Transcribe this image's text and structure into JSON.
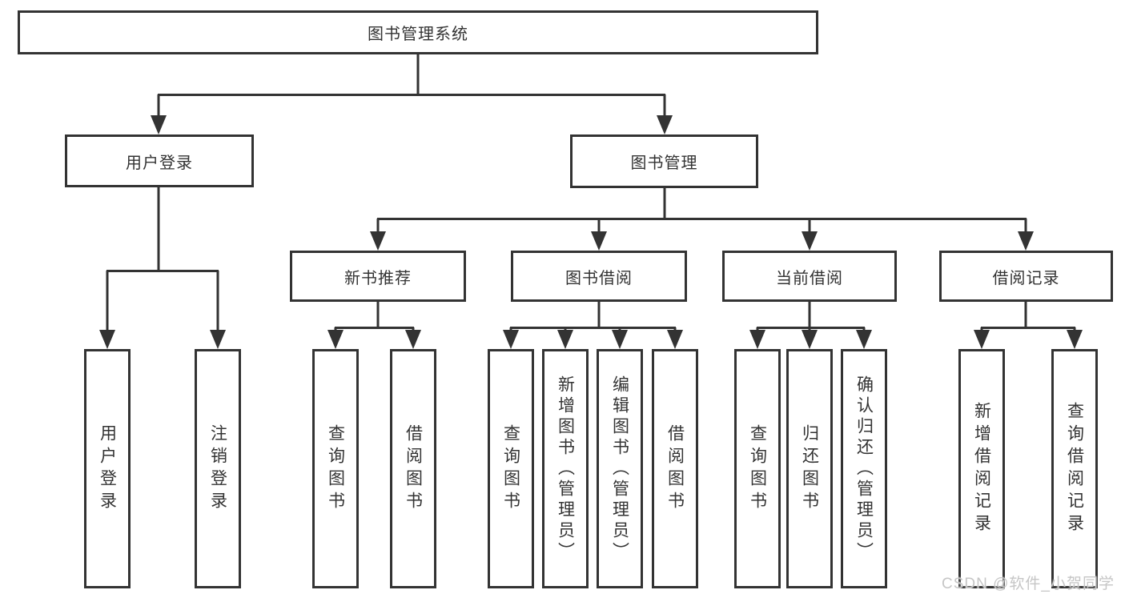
{
  "nodes": {
    "root": "图书管理系统",
    "user_login": "用户登录",
    "book_management": "图书管理",
    "new_book_recommend": "新书推荐",
    "book_borrow": "图书借阅",
    "current_borrow": "当前借阅",
    "borrow_record": "借阅记录",
    "leaf_user_login": "用户登录",
    "leaf_logout": "注销登录",
    "leaf_nbr_query_book": "查询图书",
    "leaf_nbr_borrow_book": "借阅图书",
    "leaf_bb_query_book": "查询图书",
    "leaf_bb_add_book": "新增图书（管理员）",
    "leaf_bb_edit_book": "编辑图书（管理员）",
    "leaf_bb_borrow_book": "借阅图书",
    "leaf_cb_query_book": "查询图书",
    "leaf_cb_return_book": "归还图书",
    "leaf_cb_confirm_return": "确认归还（管理员）",
    "leaf_br_add_record": "新增借阅记录",
    "leaf_br_query_record": "查询借阅记录"
  },
  "hierarchy": {
    "图书管理系统": {
      "用户登录": [
        "用户登录",
        "注销登录"
      ],
      "图书管理": {
        "新书推荐": [
          "查询图书",
          "借阅图书"
        ],
        "图书借阅": [
          "查询图书",
          "新增图书（管理员）",
          "编辑图书（管理员）",
          "借阅图书"
        ],
        "当前借阅": [
          "查询图书",
          "归还图书",
          "确认归还（管理员）"
        ],
        "借阅记录": [
          "新增借阅记录",
          "查询借阅记录"
        ]
      }
    }
  },
  "watermark": "CSDN @软件_小贺同学",
  "colors": {
    "line": "#333333",
    "text": "#333333",
    "background": "#ffffff",
    "watermark": "#c6c6c6"
  }
}
